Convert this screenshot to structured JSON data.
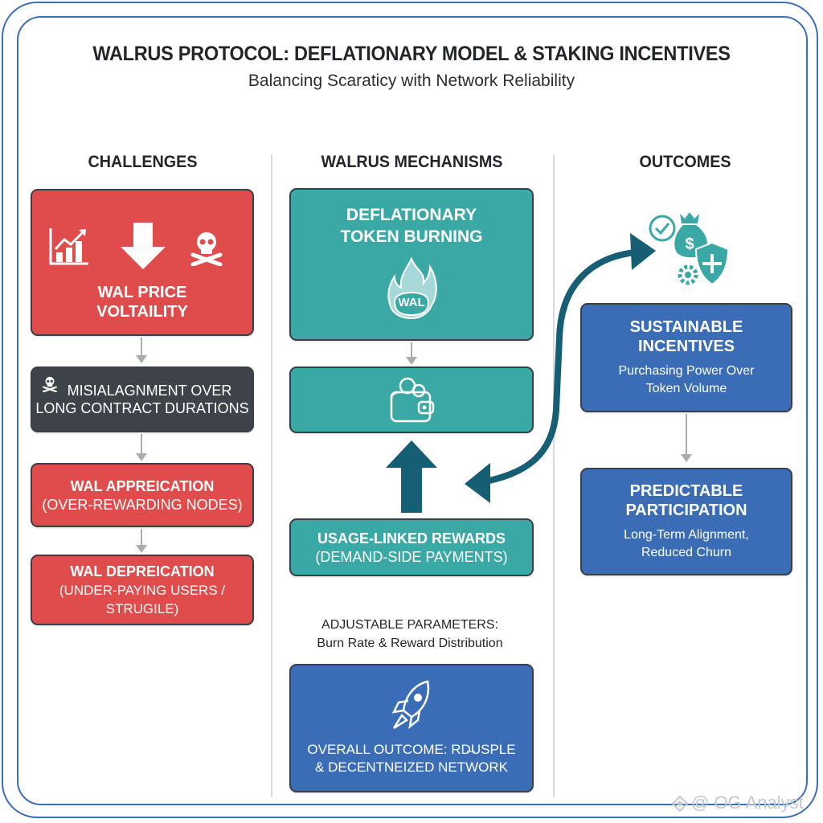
{
  "header": {
    "title": "WALRUS PROTOCOL: DEFLATIONARY MODEL & STAKING INCENTIVES",
    "subtitle": "Balancing Scaraticy with Network Reliability"
  },
  "columns": {
    "challenges": {
      "heading": "CHALLENGES",
      "boxes": [
        {
          "title_line1": "WAL PRICE",
          "title_line2": "VOLTAILITY",
          "icons": [
            "growth-chart-icon",
            "down-arrow-icon",
            "skull-crossbones-icon"
          ],
          "color": "#e04c4c"
        },
        {
          "line1": "MISIALAGNMENT OVER",
          "line2": "LONG CONTRACT DURATIONS",
          "icon": "skull-crossbones-icon",
          "color": "#3e4349"
        },
        {
          "title": "WAL APPREICATION",
          "subtitle": "(OVER-REWARDING NODES)",
          "color": "#e04c4c"
        },
        {
          "title": "WAL DEPREICATION",
          "subtitle_line1": "(UNDER-PAYING USERS /",
          "subtitle_line2": "STRUGILE)",
          "color": "#e04c4c"
        }
      ]
    },
    "mechanisms": {
      "heading": "WALRUS MECHANISMS",
      "boxes": [
        {
          "title_line1": "DEFLATIONARY",
          "title_line2": "TOKEN BURNING",
          "icon": "flame-icon",
          "icon_label": "WAL",
          "color": "#3aa9a6"
        },
        {
          "icon": "wallet-coins-icon",
          "color": "#3aa9a6"
        },
        {
          "title": "USAGE-LINKED REWARDS",
          "subtitle": "(DEMAND-SIDE PAYMENTS)",
          "color": "#3aa9a6"
        }
      ],
      "parameters": {
        "label": "ADJUSTABLE PARAMETERS:",
        "value": "Burn Rate & Reward Distribution"
      },
      "overall": {
        "icon": "rocket-icon",
        "line1": "OVERALL OUTCOME: RD̶USPLE",
        "line2": "& DECENTNEIZED NETWORK",
        "color": "#3b6db7"
      }
    },
    "outcomes": {
      "heading": "OUTCOMES",
      "icon": "money-shield-check-gear-icon",
      "boxes": [
        {
          "title_line1": "SUSTAINABLE",
          "title_line2": "INCENTIVES",
          "desc_line1": "Purchasing Power Over",
          "desc_line2": "Token Volume",
          "color": "#3b6db7"
        },
        {
          "title_line1": "PREDICTABLE",
          "title_line2": "PARTICIPATION",
          "desc_line1": "Long-Term Alignment,",
          "desc_line2": "Reduced Churn",
          "color": "#3b6db7"
        }
      ]
    }
  },
  "connector_color": "#165e73",
  "watermark": "@ OG Analyst"
}
